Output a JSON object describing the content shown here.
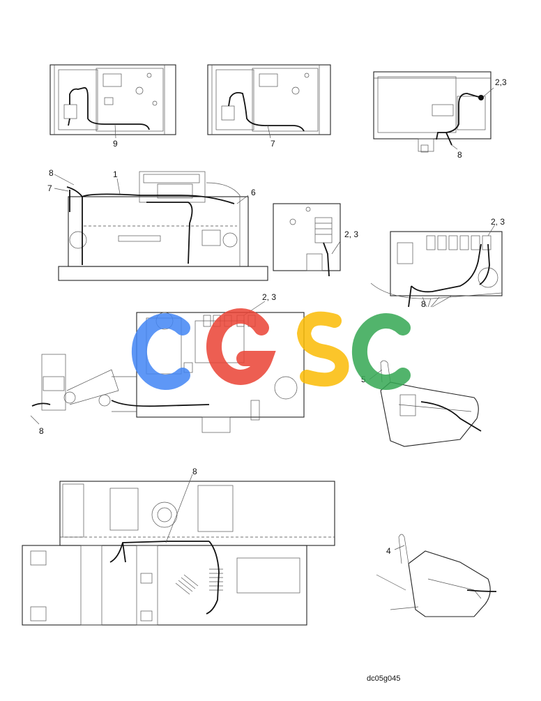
{
  "callouts": {
    "c1": "9",
    "c2": "7",
    "c3": "2,3",
    "c4": "8",
    "c5": "8",
    "c6": "1",
    "c7": "7",
    "c8": "6",
    "c9": "2, 3",
    "c10": "2, 3",
    "c11": "8",
    "c12": "2, 3",
    "c13": "5",
    "c14": "8",
    "c15": "8",
    "c16": "4"
  },
  "reference_code": "dc05g045",
  "watermark": {
    "letters": [
      "C",
      "G",
      "S",
      "C"
    ],
    "colors": [
      "#4285F4",
      "#EA4335",
      "#FBBC05",
      "#34A853"
    ]
  }
}
